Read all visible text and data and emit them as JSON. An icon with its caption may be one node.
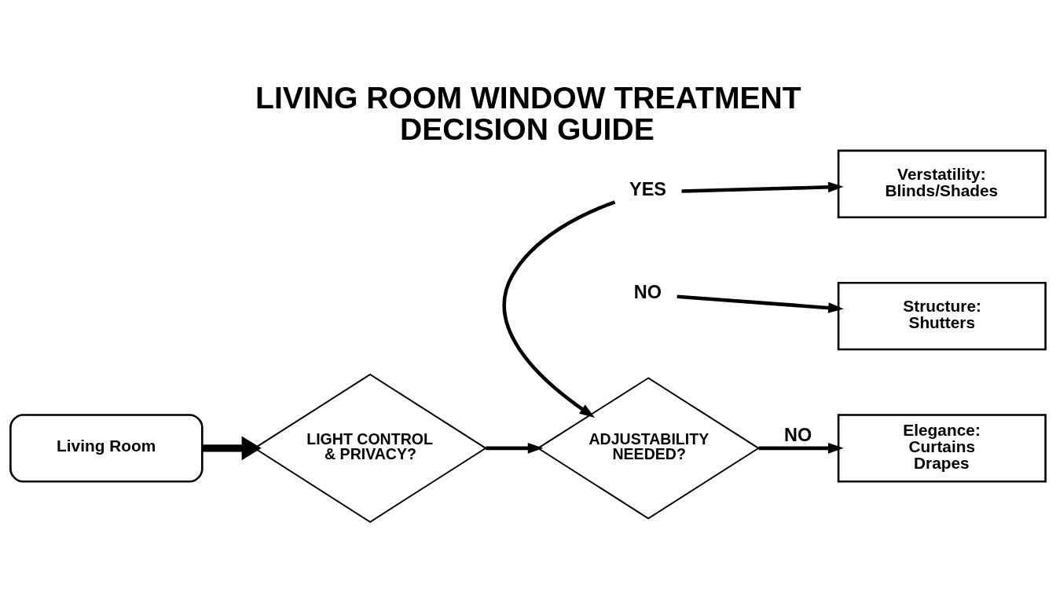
{
  "diagram": {
    "title": "LIVING ROOM WINDOW TREATMENT DECISION GUIDE",
    "nodes": [
      {
        "text": [
          "Living Room"
        ]
      },
      {
        "text": [
          "LIGHT CONTROL & PRIVACY?"
        ]
      },
      {
        "text": [
          "ADJUSTABILITY NEEDED?"
        ]
      },
      {
        "text": [
          "YES"
        ]
      },
      {
        "text": [
          "NO"
        ]
      },
      {
        "text": [
          "Verstatility: Blinds/Shades"
        ]
      },
      {
        "text": [
          "Structure: Shutters"
        ]
      },
      {
        "text": [
          "Elegance: Curtains Drapes"
        ]
      }
    ],
    "edges": [
      {
        "from": 0,
        "to": 1,
        "arrow": "to",
        "style": "thick"
      },
      {
        "from": 1,
        "to": 2,
        "arrow": "to"
      },
      {
        "from": 3,
        "to": 5,
        "arrow": "to"
      },
      {
        "from": 3,
        "to": 2,
        "arrow": "to"
      },
      {
        "from": 4,
        "to": 6,
        "arrow": "to"
      },
      {
        "from": 2,
        "to": 7,
        "arrow": "to",
        "label": "NO"
      }
    ]
  }
}
